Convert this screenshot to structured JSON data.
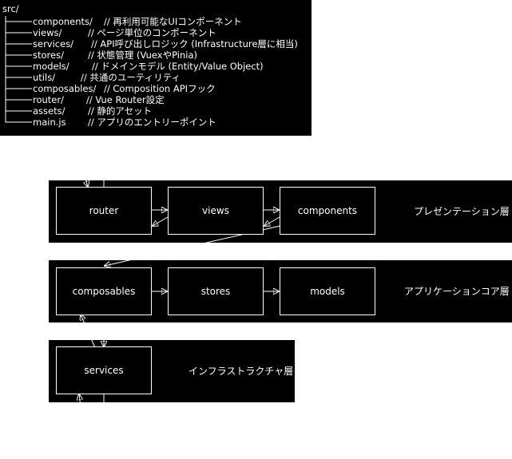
{
  "tree": {
    "root": "src/",
    "entries": [
      {
        "name": "components/",
        "comment": "// 再利用可能なUIコンポーネント"
      },
      {
        "name": "views/",
        "comment": "// ページ単位のコンポーネント"
      },
      {
        "name": "services/",
        "comment": "// API呼び出しロジック (Infrastructure層に相当)"
      },
      {
        "name": "stores/",
        "comment": "// 状態管理 (VuexやPinia)"
      },
      {
        "name": "models/",
        "comment": "// ドメインモデル (Entity/Value Object)"
      },
      {
        "name": "utils/",
        "comment": "// 共通のユーティリティ"
      },
      {
        "name": "composables/",
        "comment": "// Composition APIフック"
      },
      {
        "name": "router/",
        "comment": "// Vue Router設定"
      },
      {
        "name": "assets/",
        "comment": "// 静的アセット"
      },
      {
        "name": "main.js",
        "comment": "// アプリのエントリーポイント"
      }
    ]
  },
  "layers": {
    "presentation": {
      "label": "プレゼンテーション層",
      "nodes": {
        "router": "router",
        "views": "views",
        "components": "components"
      }
    },
    "application": {
      "label": "アプリケーションコア層",
      "nodes": {
        "composables": "composables",
        "stores": "stores",
        "models": "models"
      }
    },
    "infrastructure": {
      "label": "インフラストラクチャ層",
      "nodes": {
        "services": "services"
      }
    }
  },
  "colors": {
    "background": "#000000",
    "foreground": "#ffffff",
    "page": "#ffffff"
  }
}
